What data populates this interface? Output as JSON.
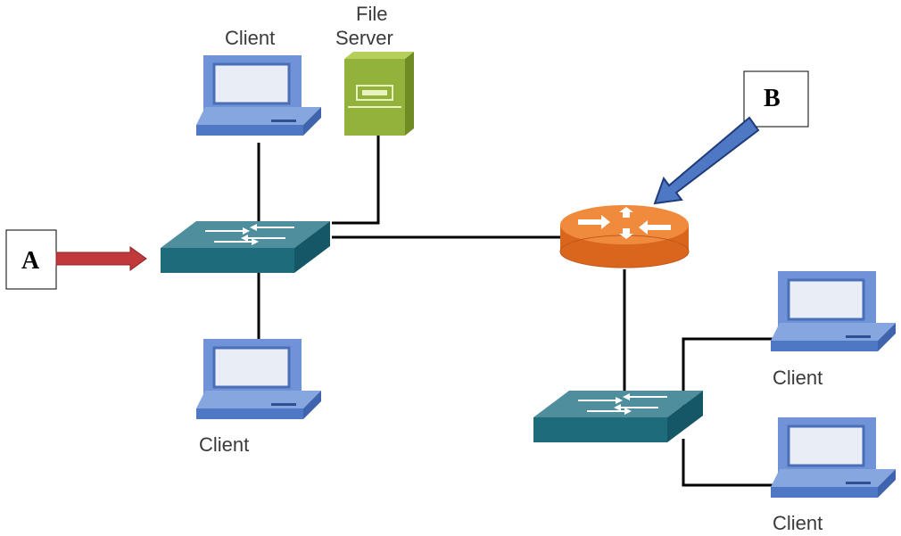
{
  "labels": {
    "client_top": "Client",
    "file_server_line1": "File",
    "file_server_line2": "Server",
    "client_left_bottom": "Client",
    "client_right_top": "Client",
    "client_right_bottom": "Client",
    "callout_a": "A",
    "callout_b": "B"
  },
  "icons": {
    "client": "desktop-computer-icon",
    "file_server": "server-tower-icon",
    "switch": "network-switch-icon",
    "router": "router-icon"
  },
  "colors": {
    "computer_body": "#6f93d6",
    "computer_screen": "#e9eef6",
    "server": "#93b23c",
    "switch_top": "#4f8e9c",
    "switch_front": "#1e6b7c",
    "router_top": "#f08a3c",
    "router_side": "#d9661c",
    "arrow_a": "#c0393b",
    "arrow_b": "#4f78c4",
    "link": "#000000"
  }
}
